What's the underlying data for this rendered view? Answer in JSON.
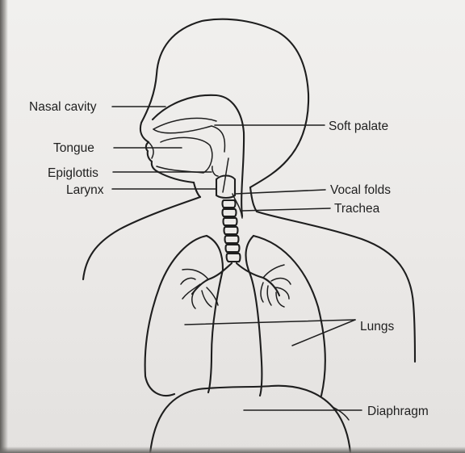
{
  "labels": {
    "nasal_cavity": "Nasal cavity",
    "tongue": "Tongue",
    "epiglottis": "Epiglottis",
    "larynx": "Larynx",
    "soft_palate": "Soft palate",
    "vocal_folds": "Vocal folds",
    "trachea": "Trachea",
    "lungs": "Lungs",
    "diaphragm": "Diaphragm"
  }
}
